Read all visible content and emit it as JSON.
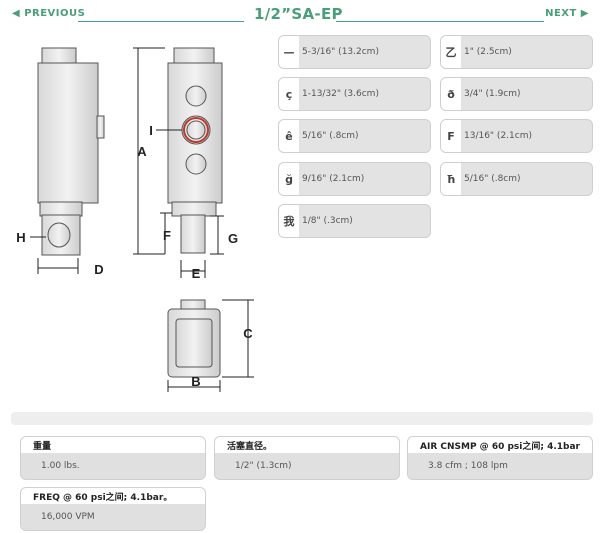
{
  "nav": {
    "previous": "PREVIOUS",
    "next": "NEXT",
    "title": "1/2”SA-EP"
  },
  "diagram_labels": [
    "A",
    "I",
    "D",
    "H",
    "F",
    "G",
    "E",
    "C",
    "B"
  ],
  "dimensions": [
    {
      "symbol": "—",
      "value": "5-3/16\"  (13.2cm)"
    },
    {
      "symbol": "乙",
      "value": "1\"  (2.5cm)"
    },
    {
      "symbol": "ç",
      "value": "1-13/32\"  (3.6cm)"
    },
    {
      "symbol": "ð",
      "value": "3/4\"  (1.9cm)"
    },
    {
      "symbol": "ê",
      "value": "5/16\"  (.8cm)"
    },
    {
      "symbol": "F",
      "value": "13/16\"  (2.1cm)"
    },
    {
      "symbol": "ğ",
      "value": "9/16\"  (2.1cm)"
    },
    {
      "symbol": "ħ",
      "value": "5/16\"  (.8cm)"
    },
    {
      "symbol": "我",
      "value": "1/8\"  (.3cm)"
    }
  ],
  "specs": [
    {
      "label": "重量",
      "value": "1.00 lbs."
    },
    {
      "label": "活塞直径。",
      "value": "1/2\"  (1.3cm)"
    },
    {
      "label": "AIR CNSMP @ 60 psi之间; 4.1bar",
      "value": "3.8 cfm ; 108 lpm"
    },
    {
      "label": "FREQ @ 60 psi之间; 4.1bar。",
      "value": "16,000 VPM"
    }
  ]
}
